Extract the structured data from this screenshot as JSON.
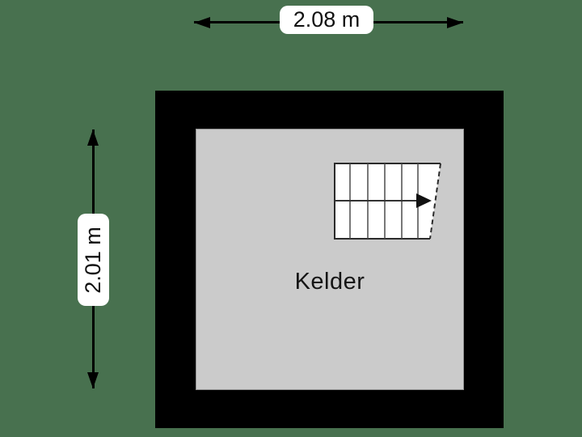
{
  "floorplan": {
    "room": {
      "label": "Kelder"
    },
    "dimensions": {
      "width": {
        "label": "2.08 m"
      },
      "height": {
        "label": "2.01 m"
      }
    },
    "stairs": {
      "treads": 6,
      "direction": "right"
    },
    "colors": {
      "background": "#48714F",
      "wall": "#000000",
      "floor": "#CBCBCB",
      "stair_fill": "#FFFFFF",
      "outline": "#2B2B2B",
      "label_background": "#FFFFFF",
      "text": "#111111"
    }
  }
}
